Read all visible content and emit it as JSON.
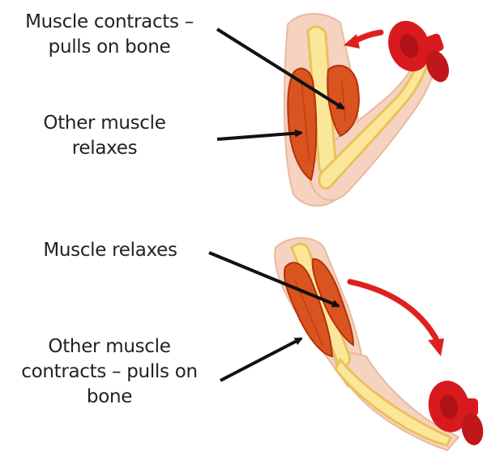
{
  "labels": {
    "top_contract": [
      "Muscle contracts –",
      "pulls on bone"
    ],
    "top_relax": [
      "Other muscle",
      "relaxes"
    ],
    "bottom_relax": [
      "Muscle relaxes"
    ],
    "bottom_contract": [
      "Other muscle",
      "contracts – pulls on",
      "bone"
    ]
  },
  "colors": {
    "skin": "#f6d3c0",
    "bone": "#fbe79a",
    "bone_outline": "#e8c25a",
    "muscle": "#d9541e",
    "muscle_dark": "#b3320c",
    "weight": "#d81a1e",
    "motion_arrow": "#e0201e",
    "pointer": "#111111",
    "text": "#222222"
  },
  "icons": [
    "dumbbell-icon",
    "motion-arrow-icon",
    "pointer-arrow-icon"
  ]
}
